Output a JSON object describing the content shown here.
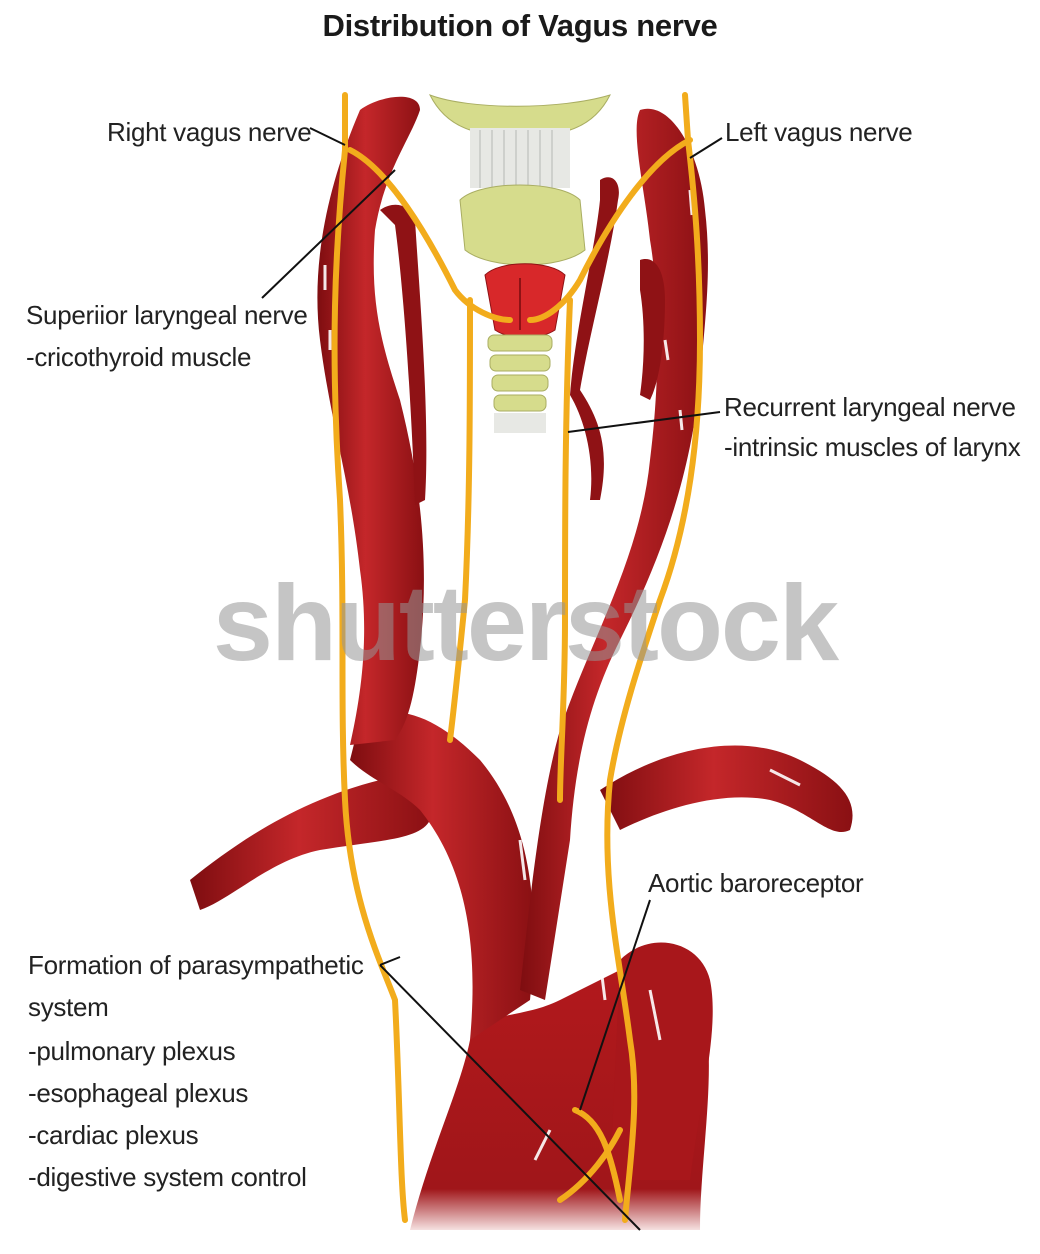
{
  "title": "Distribution of Vagus nerve",
  "labels": {
    "right_vagus": "Right vagus nerve",
    "left_vagus": "Left vagus nerve",
    "superior_laryngeal": [
      "Superiior laryngeal nerve",
      "-cricothyroid muscle"
    ],
    "recurrent_laryngeal": [
      "Recurrent laryngeal nerve",
      "-intrinsic muscles of larynx"
    ],
    "aortic_baroreceptor": "Aortic baroreceptor",
    "parasympathetic": [
      "Formation of parasympathetic",
      "system",
      "-pulmonary plexus",
      "-esophageal plexus",
      "-cardiac plexus",
      "-digestive system control"
    ]
  },
  "watermark": "shutterstock",
  "colors": {
    "artery": "#b3191c",
    "artery_dark": "#7e0d10",
    "nerve": "#f2ac1c",
    "cartilage": "#d6dc8c",
    "muscle": "#d8282a",
    "trachea_grey": "#cfd2d0"
  }
}
